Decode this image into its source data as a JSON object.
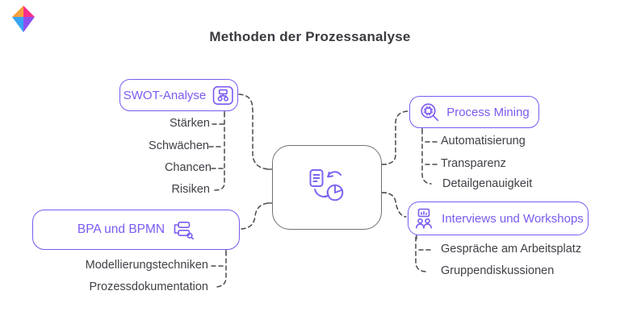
{
  "title": "Methoden der Prozessanalyse",
  "logo": {
    "name": "gem-logo"
  },
  "colors": {
    "accent": "#7b5af0",
    "item_text": "#3f3f46",
    "connector": "#48484e",
    "center_border": "#707075",
    "title_text": "#3a3a41",
    "logo_orange": "#f6a13e",
    "logo_pink": "#fc2e8a",
    "logo_blue": "#35a5f4",
    "logo_purple": "#8b50ee"
  },
  "center": {
    "icon": "document-to-chart-icon"
  },
  "nodes": {
    "swot": {
      "label": "SWOT-Analyse",
      "icon": "swot-matrix-icon",
      "items": [
        "Stärken",
        "Schwächen",
        "Chancen",
        "Risiken"
      ]
    },
    "bpa": {
      "label": "BPA und BPMN",
      "icon": "bpmn-flow-icon",
      "items": [
        "Modellierungstechniken",
        "Prozessdokumentation"
      ]
    },
    "mining": {
      "label": "Process Mining",
      "icon": "magnifier-gear-icon",
      "items": [
        "Automatisierung",
        "Transparenz",
        "Detailgenauigkeit"
      ]
    },
    "interviews": {
      "label": "Interviews und Workshops",
      "icon": "people-presentation-icon",
      "items": [
        "Gespräche am Arbeitsplatz",
        "Gruppendiskussionen"
      ]
    }
  }
}
